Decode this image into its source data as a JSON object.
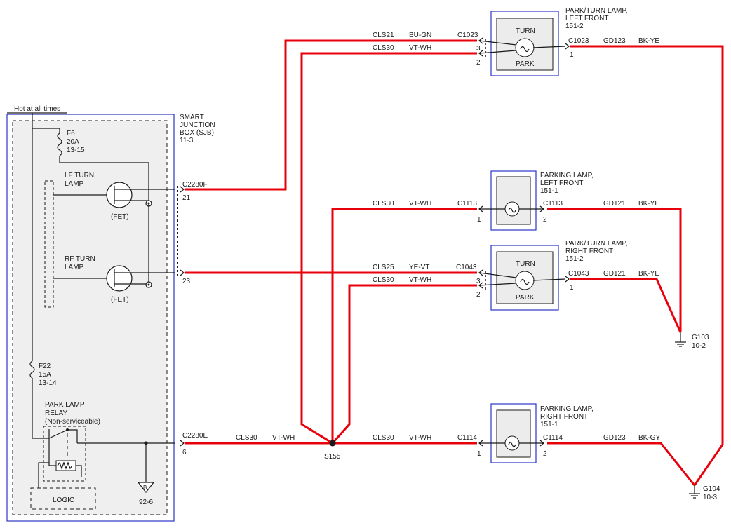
{
  "sjb": {
    "hot_label": "Hot at all times",
    "title": [
      "SMART",
      "JUNCTION",
      "BOX (SJB)",
      "11-3"
    ],
    "fuse_f6": [
      "F6",
      "20A",
      "13-15"
    ],
    "fuse_f22": [
      "F22",
      "15A",
      "13-14"
    ],
    "lf_turn": [
      "LF TURN",
      "LAMP"
    ],
    "rf_turn": [
      "RF TURN",
      "LAMP"
    ],
    "fet": "(FET)",
    "relay": [
      "PARK LAMP",
      "RELAY",
      "(Non-serviceable)"
    ],
    "logic": "LOGIC",
    "ground_ref": "92-6",
    "ground_letter": "B",
    "conn_f": "C2280F",
    "conn_f_pin": "21",
    "conn_f_pin2": "23",
    "conn_e": "C2280E",
    "conn_e_pin": "6"
  },
  "splice": "S155",
  "wires": {
    "w1": [
      "CLS21",
      "BU-GN"
    ],
    "w2": [
      "CLS30",
      "VT-WH"
    ],
    "w3": [
      "CLS30",
      "VT-WH"
    ],
    "w4": [
      "CLS25",
      "YE-VT"
    ],
    "w5": [
      "CLS30",
      "VT-WH"
    ],
    "w6": [
      "CLS30",
      "VT-WH"
    ],
    "w7": [
      "CLS30",
      "VT-WH"
    ],
    "g1": [
      "GD123",
      "BK-YE"
    ],
    "g2": [
      "GD121",
      "BK-YE"
    ],
    "g3": [
      "GD121",
      "BK-YE"
    ],
    "g4": [
      "GD123",
      "BK-GY"
    ]
  },
  "lamps": {
    "lf_park_turn": {
      "title": [
        "PARK/TURN LAMP,",
        "LEFT FRONT",
        "151-2"
      ],
      "turn": "TURN",
      "park": "PARK",
      "conn": "C1023",
      "pin_turn": "3",
      "pin_park": "2",
      "pin_gnd": "1"
    },
    "lf_parking": {
      "title": [
        "PARKING LAMP,",
        "LEFT FRONT",
        "151-1"
      ],
      "conn": "C1113",
      "pin_in": "1",
      "pin_gnd": "2"
    },
    "rf_park_turn": {
      "title": [
        "PARK/TURN LAMP,",
        "RIGHT FRONT",
        "151-2"
      ],
      "turn": "TURN",
      "park": "PARK",
      "conn": "C1043",
      "pin_turn": "3",
      "pin_park": "2",
      "pin_gnd": "1"
    },
    "rf_parking": {
      "title": [
        "PARKING LAMP,",
        "RIGHT FRONT",
        "151-1"
      ],
      "conn": "C1114",
      "pin_in": "1",
      "pin_gnd": "2"
    }
  },
  "grounds": {
    "g103": [
      "G103",
      "10-2"
    ],
    "g104": [
      "G104",
      "10-3"
    ]
  }
}
